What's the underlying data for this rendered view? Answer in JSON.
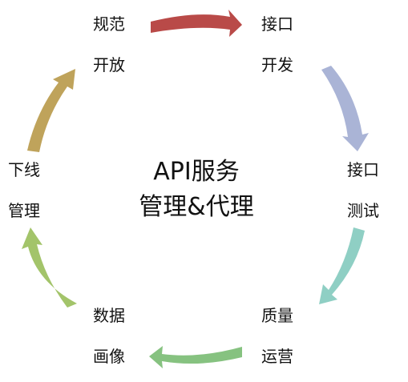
{
  "diagram": {
    "center": {
      "line1": "API服务",
      "line2": "管理&代理"
    },
    "stages": [
      {
        "line1": "规范",
        "line2": "开放"
      },
      {
        "line1": "接口",
        "line2": "开发"
      },
      {
        "line1": "接口",
        "line2": "测试"
      },
      {
        "line1": "质量",
        "line2": "运营"
      },
      {
        "line1": "数据",
        "line2": "画像"
      },
      {
        "line1": "下线",
        "line2": "管理"
      }
    ],
    "arrow_colors": [
      "#b94a48",
      "#aab4d6",
      "#8fcfc4",
      "#86c280",
      "#a3c46a",
      "#bfa35b"
    ]
  }
}
